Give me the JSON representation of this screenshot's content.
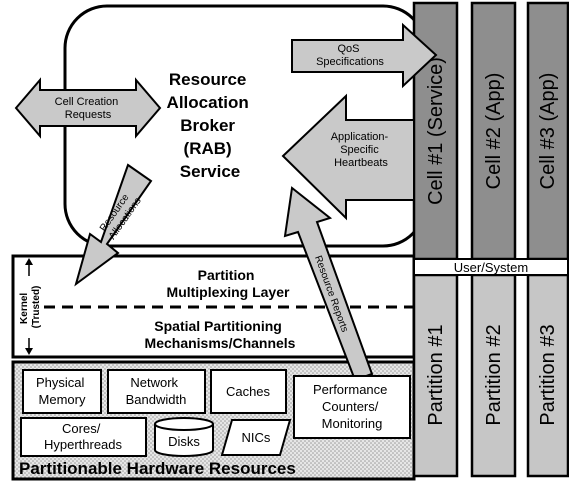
{
  "rab": {
    "title_lines": [
      "Resource",
      "Allocation",
      "Broker",
      "(RAB)",
      "Service"
    ]
  },
  "arrows": {
    "cell_creation": [
      "Cell Creation",
      "Requests"
    ],
    "qos": [
      "QoS",
      "Specifications"
    ],
    "heartbeats": [
      "Application-",
      "Specific",
      "Heartbeats"
    ],
    "resource_allocations": [
      "Resource",
      "Allocations"
    ],
    "resource_reports": "Resource Reports"
  },
  "kernel": {
    "label": [
      "Kernel",
      "(Trusted)"
    ],
    "partition_multiplexing": [
      "Partition",
      "Multiplexing Layer"
    ],
    "spatial_partitioning": [
      "Spatial Partitioning",
      "Mechanisms/Channels"
    ]
  },
  "hardware": {
    "title": "Partitionable Hardware Resources",
    "physical_memory": [
      "Physical",
      "Memory"
    ],
    "network_bandwidth": [
      "Network",
      "Bandwidth"
    ],
    "caches": "Caches",
    "performance": [
      "Performance",
      "Counters/",
      "Monitoring"
    ],
    "cores": [
      "Cores/",
      "Hyperthreads"
    ],
    "disks": "Disks",
    "nics": "NICs"
  },
  "cells": [
    {
      "cell_label": "Cell #1 (Service)",
      "partition_label": "Partition #1"
    },
    {
      "cell_label": "Cell #2 (App)",
      "partition_label": "Partition #2"
    },
    {
      "cell_label": "Cell #3 (App)",
      "partition_label": "Partition #3"
    }
  ],
  "user_system": "User/System",
  "colors": {
    "cell_gray": "#8e8e8e",
    "partition_gray": "#c6c6c6",
    "arrow_gray": "#c9c9c9",
    "stipple": "#cfcfcf"
  }
}
